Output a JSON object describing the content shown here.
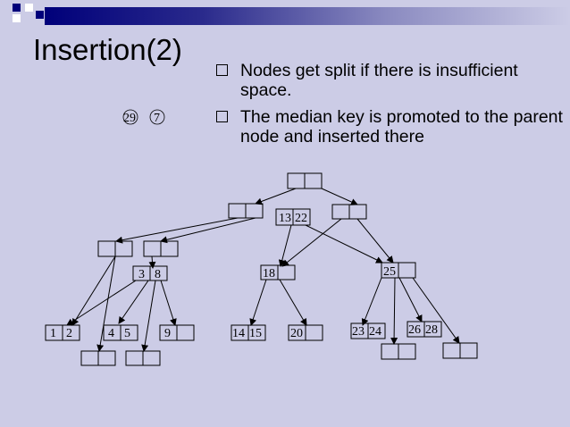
{
  "slide": {
    "title": "Insertion(2)",
    "bullets": [
      "Nodes get split if there is insufficient space.",
      "The median key is promoted to the parent node and inserted there"
    ],
    "colors": {
      "background": "#ccccE6",
      "accent": "#00007A"
    }
  },
  "diagram": {
    "floating_keys": [
      "29",
      "7"
    ],
    "nodes": {
      "n13_22": [
        "13",
        "22"
      ],
      "n3_8": [
        "3",
        "8"
      ],
      "n18": [
        "18"
      ],
      "n25": [
        "25"
      ],
      "n1_2": [
        "1",
        "2"
      ],
      "n4_5": [
        "4",
        "5"
      ],
      "n9": [
        "9"
      ],
      "n14_15": [
        "14",
        "15"
      ],
      "n20": [
        "20"
      ],
      "n23_24": [
        "23",
        "24"
      ],
      "n26_28": [
        "26",
        "28"
      ]
    }
  }
}
